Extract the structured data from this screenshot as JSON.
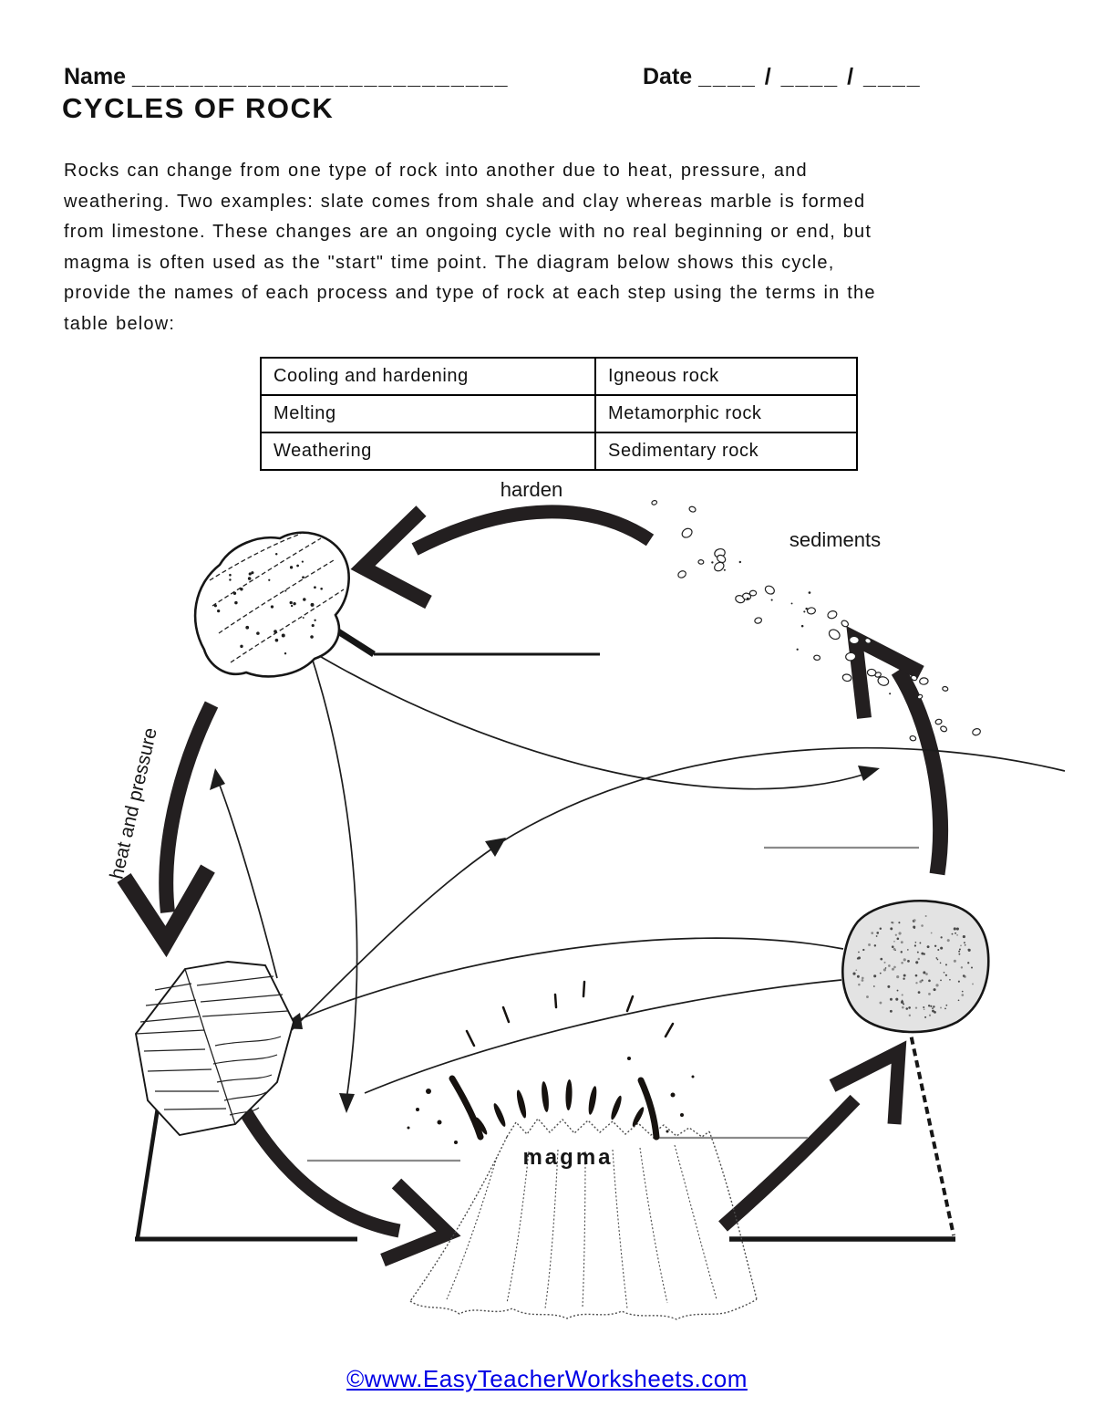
{
  "header": {
    "name_label": "Name",
    "name_blank": "__________________________",
    "date_label": "Date",
    "date_blank": "____ / ____ / ____",
    "title": "CYCLES OF ROCK"
  },
  "intro": {
    "lines": [
      "Rocks can change from one type of rock into another due to heat, pressure, and",
      "weathering. Two examples: slate comes from shale and clay whereas marble is formed",
      "from limestone. These changes are an ongoing cycle with no real beginning or end, but",
      "magma is often used as the \"start\" time point. The diagram below shows this cycle,",
      "provide the names of each process and type of rock at each step using the terms in the",
      "table below:"
    ]
  },
  "table": {
    "rows": [
      {
        "process": "Cooling and hardening",
        "rock": "Igneous rock"
      },
      {
        "process": "Melting",
        "rock": "Metamorphic rock"
      },
      {
        "process": "Weathering",
        "rock": "Sedimentary rock"
      }
    ]
  },
  "diagram": {
    "labels": {
      "harden": "harden",
      "sediments": "sediments",
      "heat_and_pressure": "heat and pressure",
      "magma": "magma"
    },
    "colors": {
      "ink": "#231f20",
      "blank_line": "#8a8a8a"
    }
  },
  "footer": {
    "credit": "©www.EasyTeacherWorksheets.com"
  }
}
